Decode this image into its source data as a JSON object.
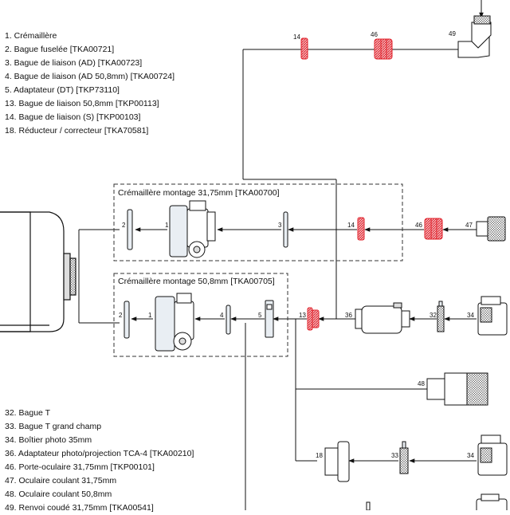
{
  "legend_top": [
    "1. Crémaillère",
    "2. Bague fuselée [TKA00721]",
    "3. Bague de liaison (AD) [TKA00723]",
    "4. Bague de liaison (AD 50,8mm) [TKA00724]",
    "5. Adaptateur (DT) [TKP73110]",
    "13. Bague de liaison 50,8mm [TKP00113]",
    "14. Bague de liaison (S) [TKP00103]",
    "18. Réducteur / correcteur [TKA70581]"
  ],
  "legend_bottom": [
    "32. Bague T",
    "33. Bague T grand champ",
    "34. Boîtier photo 35mm",
    "36. Adaptateur photo/projection TCA-4 [TKA00210]",
    "46. Porte-oculaire 31,75mm [TKP00101]",
    "47. Oculaire coulant 31,75mm",
    "48. Oculaire coulant 50,8mm",
    "49. Renvoi coudé 31,75mm [TKA00541]"
  ],
  "boxes": {
    "upper_title": "Crémaillère montage 31,75mm [TKA00700]",
    "lower_title": "Crémaillère montage 50,8mm [TKA00705]"
  },
  "numbers": {
    "n14_top": "14",
    "n46_top": "46",
    "n49": "49",
    "n2_upper": "2",
    "n1_upper": "1",
    "n3_upper": "3",
    "n14_mid": "14",
    "n46_mid": "46",
    "n47": "47",
    "n2_lower": "2",
    "n1_lower": "1",
    "n4": "4",
    "n5": "5",
    "n13": "13",
    "n36": "36",
    "n32": "32",
    "n34_a": "34",
    "n48": "48",
    "n18": "18",
    "n33": "33",
    "n34_b": "34"
  },
  "colors": {
    "accent_red": "#e0202a",
    "line": "#111111",
    "part_fill": "#e9eef3"
  }
}
